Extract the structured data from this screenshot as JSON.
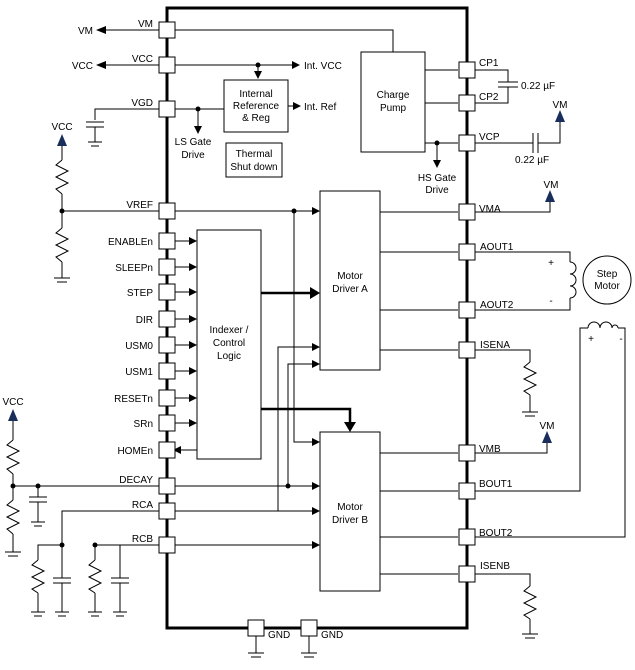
{
  "left_pins": [
    "VM",
    "VCC",
    "VGD",
    "VREF",
    "ENABLEn",
    "SLEEPn",
    "STEP",
    "DIR",
    "USM0",
    "USM1",
    "RESETn",
    "SRn",
    "HOMEn",
    "DECAY",
    "RCA",
    "RCB"
  ],
  "right_pins": [
    "CP1",
    "CP2",
    "VCP",
    "VMA",
    "AOUT1",
    "AOUT2",
    "ISENA",
    "VMB",
    "BOUT1",
    "BOUT2",
    "ISENB"
  ],
  "gnd_pins": [
    "GND",
    "GND"
  ],
  "blocks": {
    "int_ref": [
      "Internal",
      "Reference",
      "& Reg"
    ],
    "thermal": [
      "Thermal",
      "Shut down"
    ],
    "charge_pump": [
      "Charge",
      "Pump"
    ],
    "indexer": [
      "Indexer /",
      "Control",
      "Logic"
    ],
    "driver_a": [
      "Motor",
      "Driver A"
    ],
    "driver_b": [
      "Motor",
      "Driver B"
    ],
    "motor": [
      "Step",
      "Motor"
    ]
  },
  "labels": {
    "int_vcc": "Int. VCC",
    "int_ref": "Int. Ref",
    "ls_gate": [
      "LS Gate",
      "Drive"
    ],
    "hs_gate": [
      "HS Gate",
      "Drive"
    ],
    "cap_cp": "0.22 µF",
    "cap_vcp": "0.22 µF",
    "ext_vm_top": "VM",
    "ext_vcc_top": "VCC",
    "ext_vcc_left": "VCC",
    "ext_vcc_bottom": "VCC",
    "ext_vm_vcp": "VM",
    "ext_vm_vma": "VM",
    "ext_vm_vmb": "VM",
    "plus_a": "+",
    "minus_a": "-",
    "plus_b": "+",
    "minus_b": "-"
  }
}
